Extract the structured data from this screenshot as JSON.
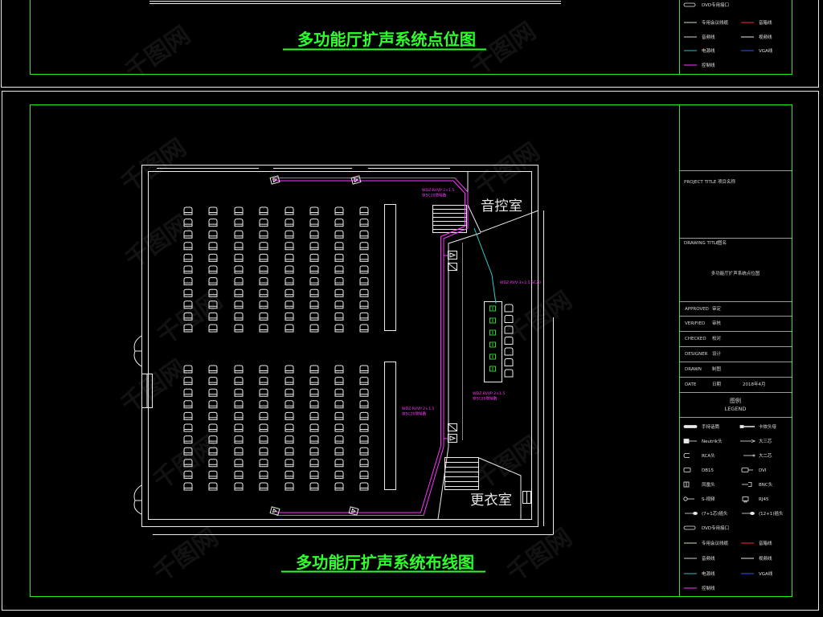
{
  "top_sheet": {
    "title": "多功能厅扩声系统点位图",
    "legend": [
      {
        "left": {
          "label": "DVD专用接口",
          "icon": "dvd-interface-icon"
        }
      },
      {
        "left": {
          "label": "专用会议线缆",
          "line_color": "#bfe8bf"
        },
        "right": {
          "label": "音箱线",
          "line_color": "#ff2a2a"
        }
      },
      {
        "left": {
          "label": "音频线",
          "line_color": "#d0d0d0"
        },
        "right": {
          "label": "视频线",
          "line_color": "#e8e8e8"
        }
      },
      {
        "left": {
          "label": "电源线",
          "line_color": "#33bbbb"
        },
        "right": {
          "label": "VGA线",
          "line_color": "#3355ff"
        }
      },
      {
        "left": {
          "label": "控制线",
          "line_color": "#ff33ff"
        }
      }
    ]
  },
  "main_sheet": {
    "title": "多功能厅扩声系统布线图",
    "title_block": {
      "project_title_en": "PROJECT TITLE",
      "project_title_cn": "项目名称",
      "drawing_title_en": "DRAWING TITLE",
      "drawing_title_cn": "图名",
      "drawing_title_value": "多功能厅扩声系统点位图",
      "rows": [
        {
          "en": "APPROVED",
          "cn": "审定"
        },
        {
          "en": "VERIFIED",
          "cn": "审核"
        },
        {
          "en": "CHECKED",
          "cn": "校对"
        },
        {
          "en": "DESIGNER",
          "cn": "设计"
        },
        {
          "en": "DRAWN",
          "cn": "制图"
        },
        {
          "en": "DATE",
          "cn": "日期",
          "value": "2018年4月"
        }
      ],
      "legend_cn": "图例",
      "legend_en": "LEGEND"
    },
    "legend": [
      {
        "left": {
          "label": "手持话筒",
          "icon": "handheld-microphone-icon"
        },
        "right": {
          "label": "卡侬头母",
          "icon": "xlr-female-icon"
        }
      },
      {
        "left": {
          "label": "Neutrik头",
          "icon": "neutrik-connector-icon"
        },
        "right": {
          "label": "大三芯",
          "icon": "trs-plug-icon"
        }
      },
      {
        "left": {
          "label": "RCA头",
          "icon": "rca-connector-icon"
        },
        "right": {
          "label": "大二芯",
          "icon": "ts-plug-icon"
        }
      },
      {
        "left": {
          "label": "DB15",
          "icon": "db15-connector-icon"
        },
        "right": {
          "label": "DVI",
          "icon": "dvi-connector-icon"
        }
      },
      {
        "left": {
          "label": "凤凰头",
          "icon": "phoenix-connector-icon"
        },
        "right": {
          "label": "BNC头",
          "icon": "bnc-connector-icon"
        }
      },
      {
        "left": {
          "label": "S-视频",
          "icon": "s-video-connector-icon"
        },
        "right": {
          "label": "RJ45",
          "icon": "rj45-connector-icon"
        }
      },
      {
        "left": {
          "label": "(7+1芯)插头",
          "icon": "multipin-plug-icon"
        },
        "right": {
          "label": "(12+1)插头",
          "icon": "multipin-plug-icon"
        }
      },
      {
        "left": {
          "label": "DVD专用接口",
          "icon": "dvd-interface-icon"
        }
      },
      {
        "left": {
          "label": "专用会议线缆",
          "line_color": "#bfe8bf"
        },
        "right": {
          "label": "音箱线",
          "line_color": "#ff2a2a"
        }
      },
      {
        "left": {
          "label": "音频线",
          "line_color": "#d0d0d0"
        },
        "right": {
          "label": "视频线",
          "line_color": "#e8e8e8"
        }
      },
      {
        "left": {
          "label": "电源线",
          "line_color": "#33bbbb"
        },
        "right": {
          "label": "VGA线",
          "line_color": "#3355ff"
        }
      },
      {
        "left": {
          "label": "控制线",
          "line_color": "#ff33ff"
        }
      }
    ],
    "rooms": {
      "control_room": "音控室",
      "dressing_room": "更衣室"
    },
    "cable_labels": [
      [
        "WDZ-RVVP 2×1.5",
        "穿SC20管暗敷"
      ],
      [
        "WDZ-RVV-3×2.5 SC20"
      ],
      [
        "WDZ-RVVP 2×1.5",
        "穿SC20管暗敷"
      ],
      [
        "WDZ-RVVP 2×1.5",
        "穿SC20管暗敷"
      ]
    ]
  },
  "colors": {
    "frame": "#22ee22",
    "title": "#2cff2c",
    "control_wire": "#ff33ff",
    "signal_wire": "#33cccc",
    "rack_symbol": "#33ee33"
  },
  "watermark": "千图网"
}
